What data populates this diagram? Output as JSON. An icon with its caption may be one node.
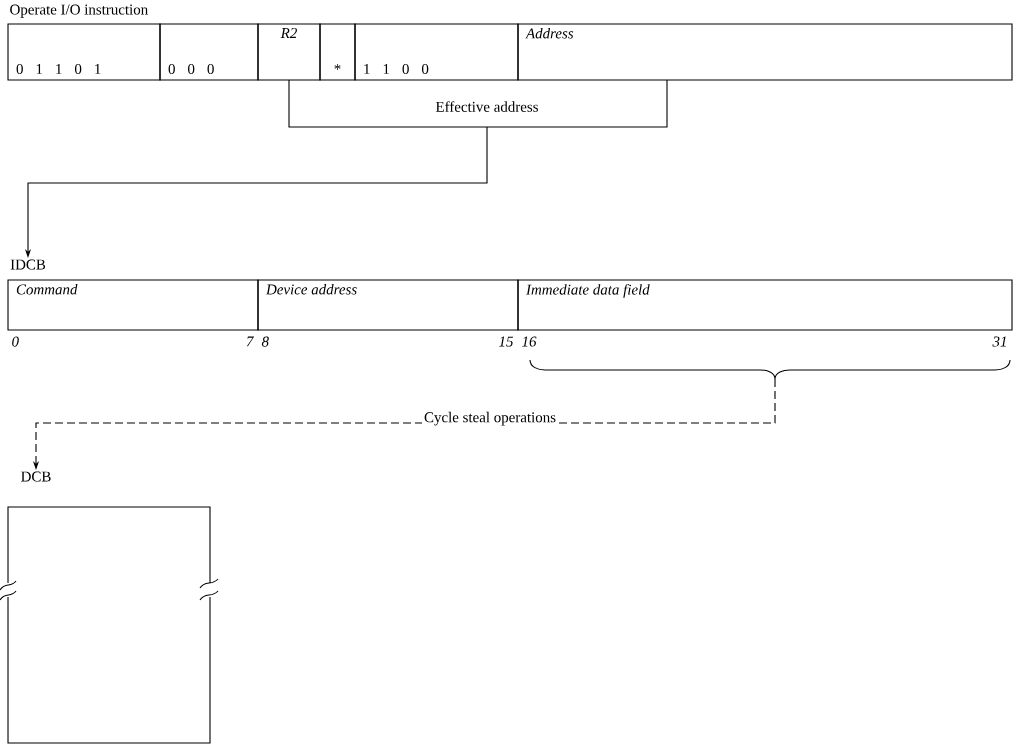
{
  "diagram": {
    "title": "Operate I/O instruction",
    "nodes": [
      {
        "text": [
          "0 1 1 0 1"
        ]
      },
      {
        "text": [
          "0 0 0"
        ]
      },
      {
        "text": [
          "R2"
        ]
      },
      {
        "text": [
          "*"
        ]
      },
      {
        "text": [
          "1 1 0 0"
        ]
      },
      {
        "text": [
          "Address"
        ]
      },
      {
        "text": [
          "Effective address"
        ]
      },
      {
        "text": [
          "IDCB"
        ]
      },
      {
        "text": [
          "Command"
        ],
        "beside": [
          "0",
          "7"
        ]
      },
      {
        "text": [
          "Device address"
        ],
        "beside": [
          "8",
          "15"
        ]
      },
      {
        "text": [
          "Immediate data field"
        ],
        "beside": [
          "16",
          "31"
        ]
      },
      {
        "text": [
          "DCB"
        ]
      }
    ],
    "edges": [
      {
        "from": 2,
        "to": 6,
        "arrow": "none"
      },
      {
        "from": 5,
        "to": 6,
        "arrow": "none"
      },
      {
        "from": 6,
        "to": 7,
        "arrow": "to"
      },
      {
        "from": 10,
        "to": 11,
        "arrow": "to",
        "style": "dashed",
        "label": "Cycle steal operations"
      }
    ]
  }
}
